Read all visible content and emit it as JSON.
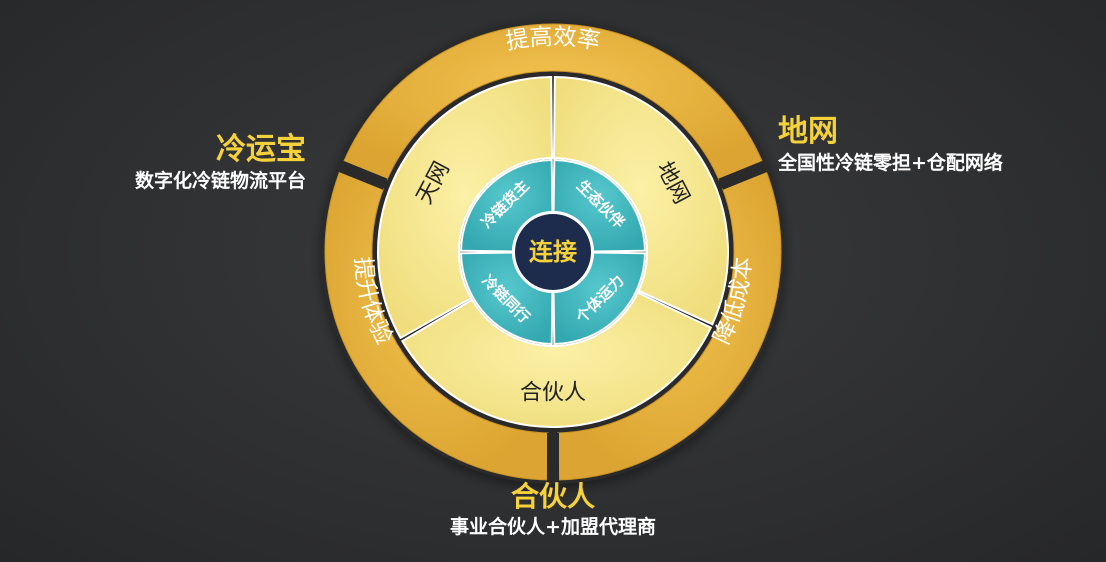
{
  "colors": {
    "background": "#2f3031",
    "outer_ring": "#e6b13c",
    "middle_ring": "#f5e68f",
    "inner_ring": "#3fb6bd",
    "center": "#1d2b4c",
    "callout_title": "#f6d23a",
    "callout_sub": "#ffffff"
  },
  "center": {
    "label": "连接"
  },
  "outer_ring": {
    "top": "提高效率",
    "left": "提升体验",
    "right": "降低成本"
  },
  "middle_ring": {
    "left": "天网",
    "right": "地网",
    "bottom": "合伙人"
  },
  "inner_ring": {
    "top_left": "冷链货主",
    "top_right": "生态伙伴",
    "bottom_left": "冷链同行",
    "bottom_right": "个体运力"
  },
  "callouts": {
    "left": {
      "title": "冷运宝",
      "subtitle": "数字化冷链物流平台"
    },
    "right": {
      "title": "地网",
      "subtitle": "全国性冷链零担+仓配网络"
    },
    "bottom": {
      "title": "合伙人",
      "subtitle": "事业合伙人+加盟代理商"
    }
  }
}
